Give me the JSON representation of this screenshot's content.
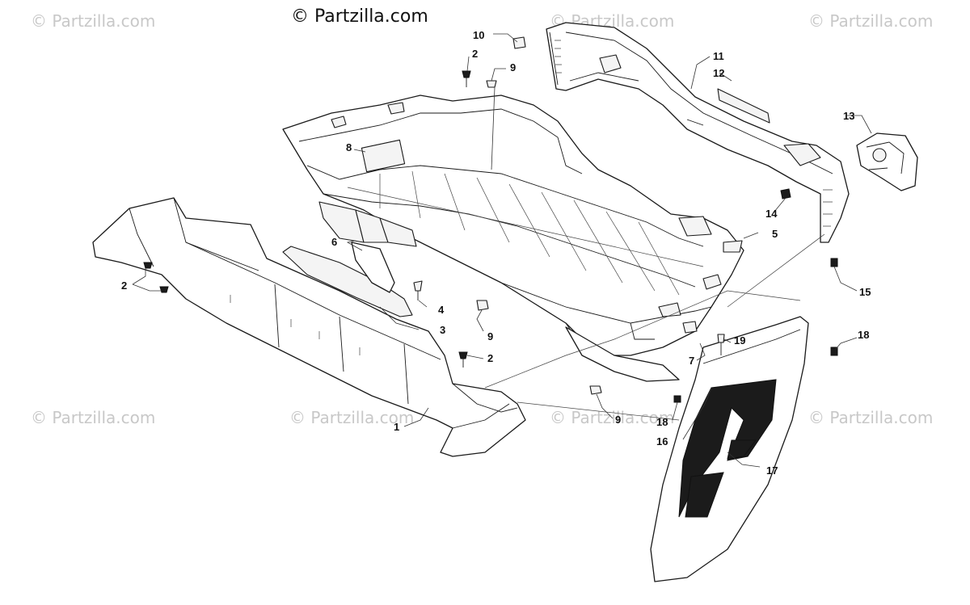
{
  "watermark": {
    "text": "© Partzilla.com",
    "brand_text": "© Partzilla.com"
  },
  "callouts": [
    {
      "id": "c1",
      "label": "1"
    },
    {
      "id": "c2a",
      "label": "2"
    },
    {
      "id": "c2b",
      "label": "2"
    },
    {
      "id": "c2c",
      "label": "2"
    },
    {
      "id": "c3",
      "label": "3"
    },
    {
      "id": "c4",
      "label": "4"
    },
    {
      "id": "c5",
      "label": "5"
    },
    {
      "id": "c6",
      "label": "6"
    },
    {
      "id": "c7",
      "label": "7"
    },
    {
      "id": "c8",
      "label": "8"
    },
    {
      "id": "c9a",
      "label": "9"
    },
    {
      "id": "c9b",
      "label": "9"
    },
    {
      "id": "c9c",
      "label": "9"
    },
    {
      "id": "c10",
      "label": "10"
    },
    {
      "id": "c11",
      "label": "11"
    },
    {
      "id": "c12",
      "label": "12"
    },
    {
      "id": "c13",
      "label": "13"
    },
    {
      "id": "c14",
      "label": "14"
    },
    {
      "id": "c15",
      "label": "15"
    },
    {
      "id": "c16",
      "label": "16"
    },
    {
      "id": "c17",
      "label": "17"
    },
    {
      "id": "c18a",
      "label": "18"
    },
    {
      "id": "c18b",
      "label": "18"
    },
    {
      "id": "c19",
      "label": "19"
    }
  ],
  "colors": {
    "ink": "#1a1a1a",
    "watermark": "#c8c8c8",
    "background": "#ffffff"
  }
}
